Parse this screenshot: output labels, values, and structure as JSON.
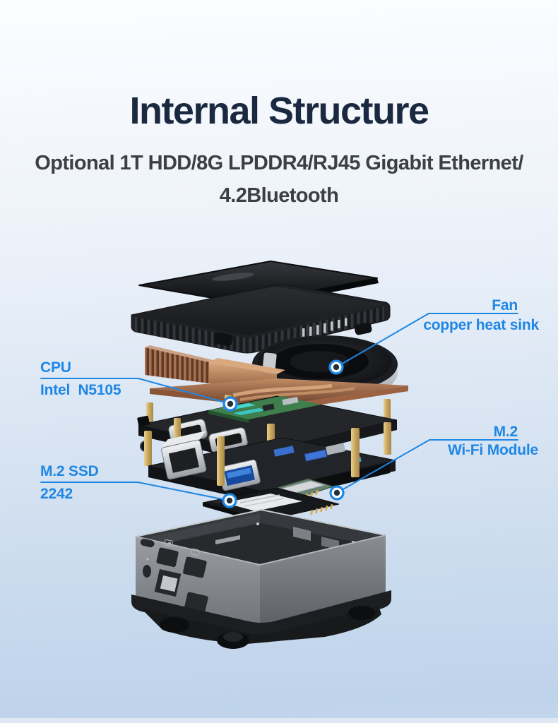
{
  "page": {
    "title": "Internal Structure",
    "subtitle_line1": "Optional 1T HDD/8G LPDDR4/RJ45 Gigabit Ethernet/",
    "subtitle_line2": "4.2Bluetooth"
  },
  "colors": {
    "accent_blue": "#1e87e6",
    "title_color": "#1b2940",
    "subtitle_color": "#3d4043",
    "background_top": "#fbfdff",
    "background_bottom": "#bed3ea"
  },
  "callouts": {
    "fan": {
      "line1": "Fan",
      "line2": "copper heat sink"
    },
    "cpu": {
      "line1": "CPU",
      "line2": "Intel  N5105"
    },
    "ssd": {
      "line1": "M.2 SSD",
      "line2": "2242"
    },
    "wifi": {
      "line1": "M.2",
      "line2": "Wi-Fi Module"
    }
  },
  "illustration": {
    "description": "Exploded view of a mini PC showing internal layers",
    "layers": [
      "top-lid",
      "vented-upper-case",
      "blower-fan",
      "copper-heat-sink",
      "cpu-board",
      "motherboard",
      "io-board",
      "m2-wifi-module",
      "m2-ssd-2242",
      "bottom-case",
      "base-plate"
    ]
  }
}
